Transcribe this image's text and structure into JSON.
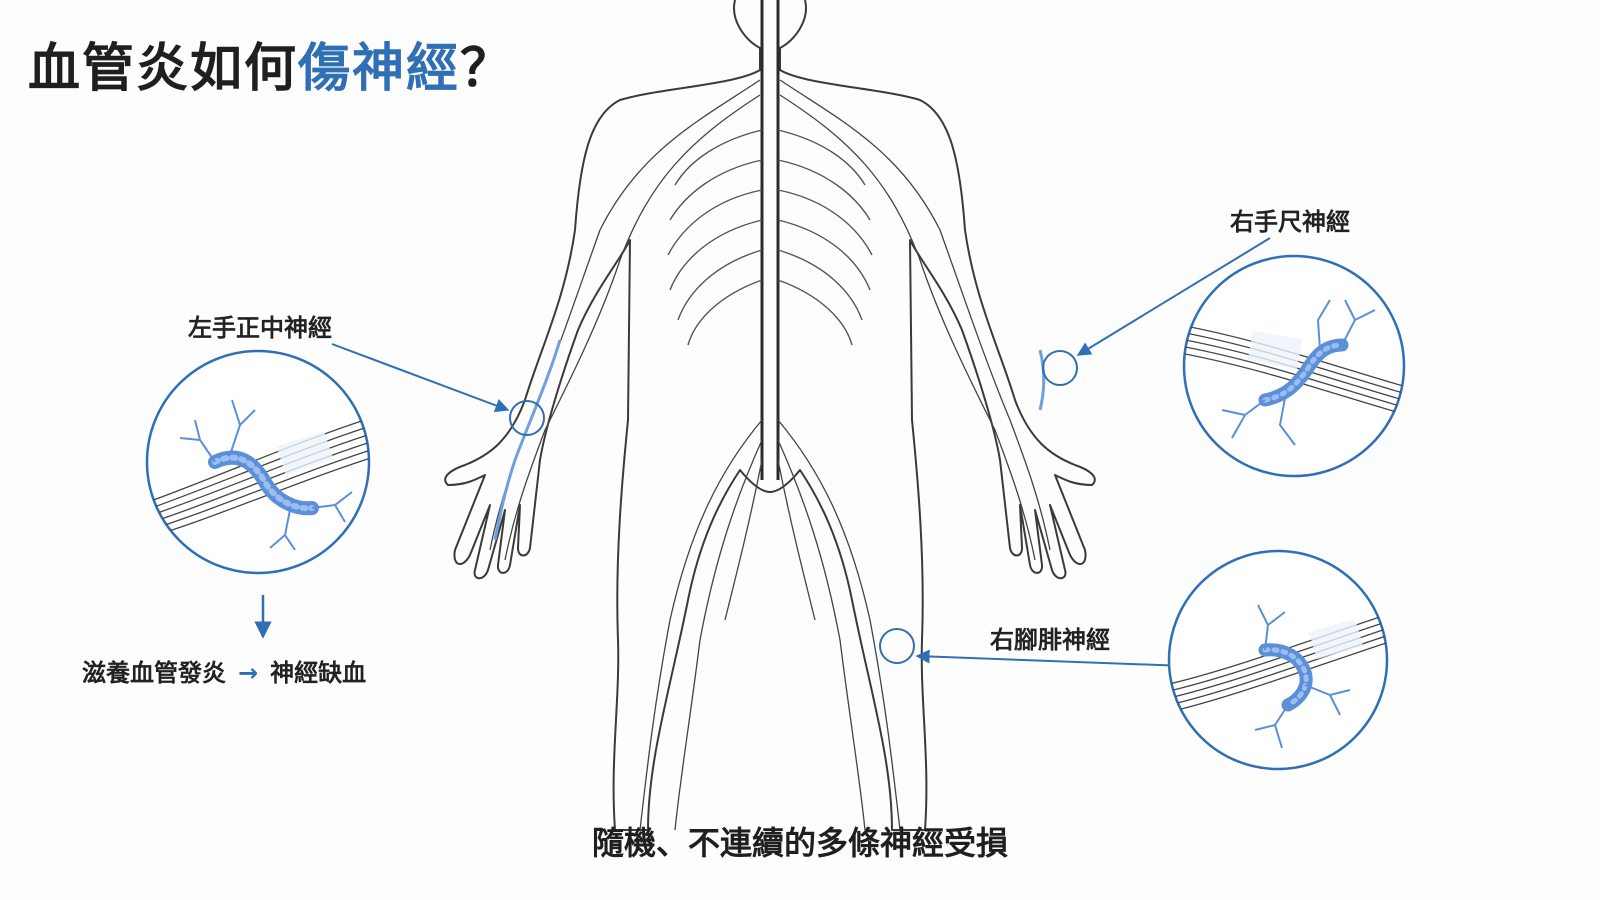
{
  "title": {
    "part1": "血管炎如何",
    "part2": "傷神經",
    "part3": "？"
  },
  "labels": {
    "left_median": "左手正中神經",
    "right_ulnar": "右手尺神經",
    "right_peroneal": "右腳腓神經"
  },
  "flow": {
    "step1": "滋養血管發炎",
    "arrow": "→",
    "step2": "神經缺血"
  },
  "caption": "隨機、不連續的多條神經受損",
  "colors": {
    "accent": "#2f6fb5",
    "vessel": "#6f9fe0",
    "line": "#444444"
  }
}
